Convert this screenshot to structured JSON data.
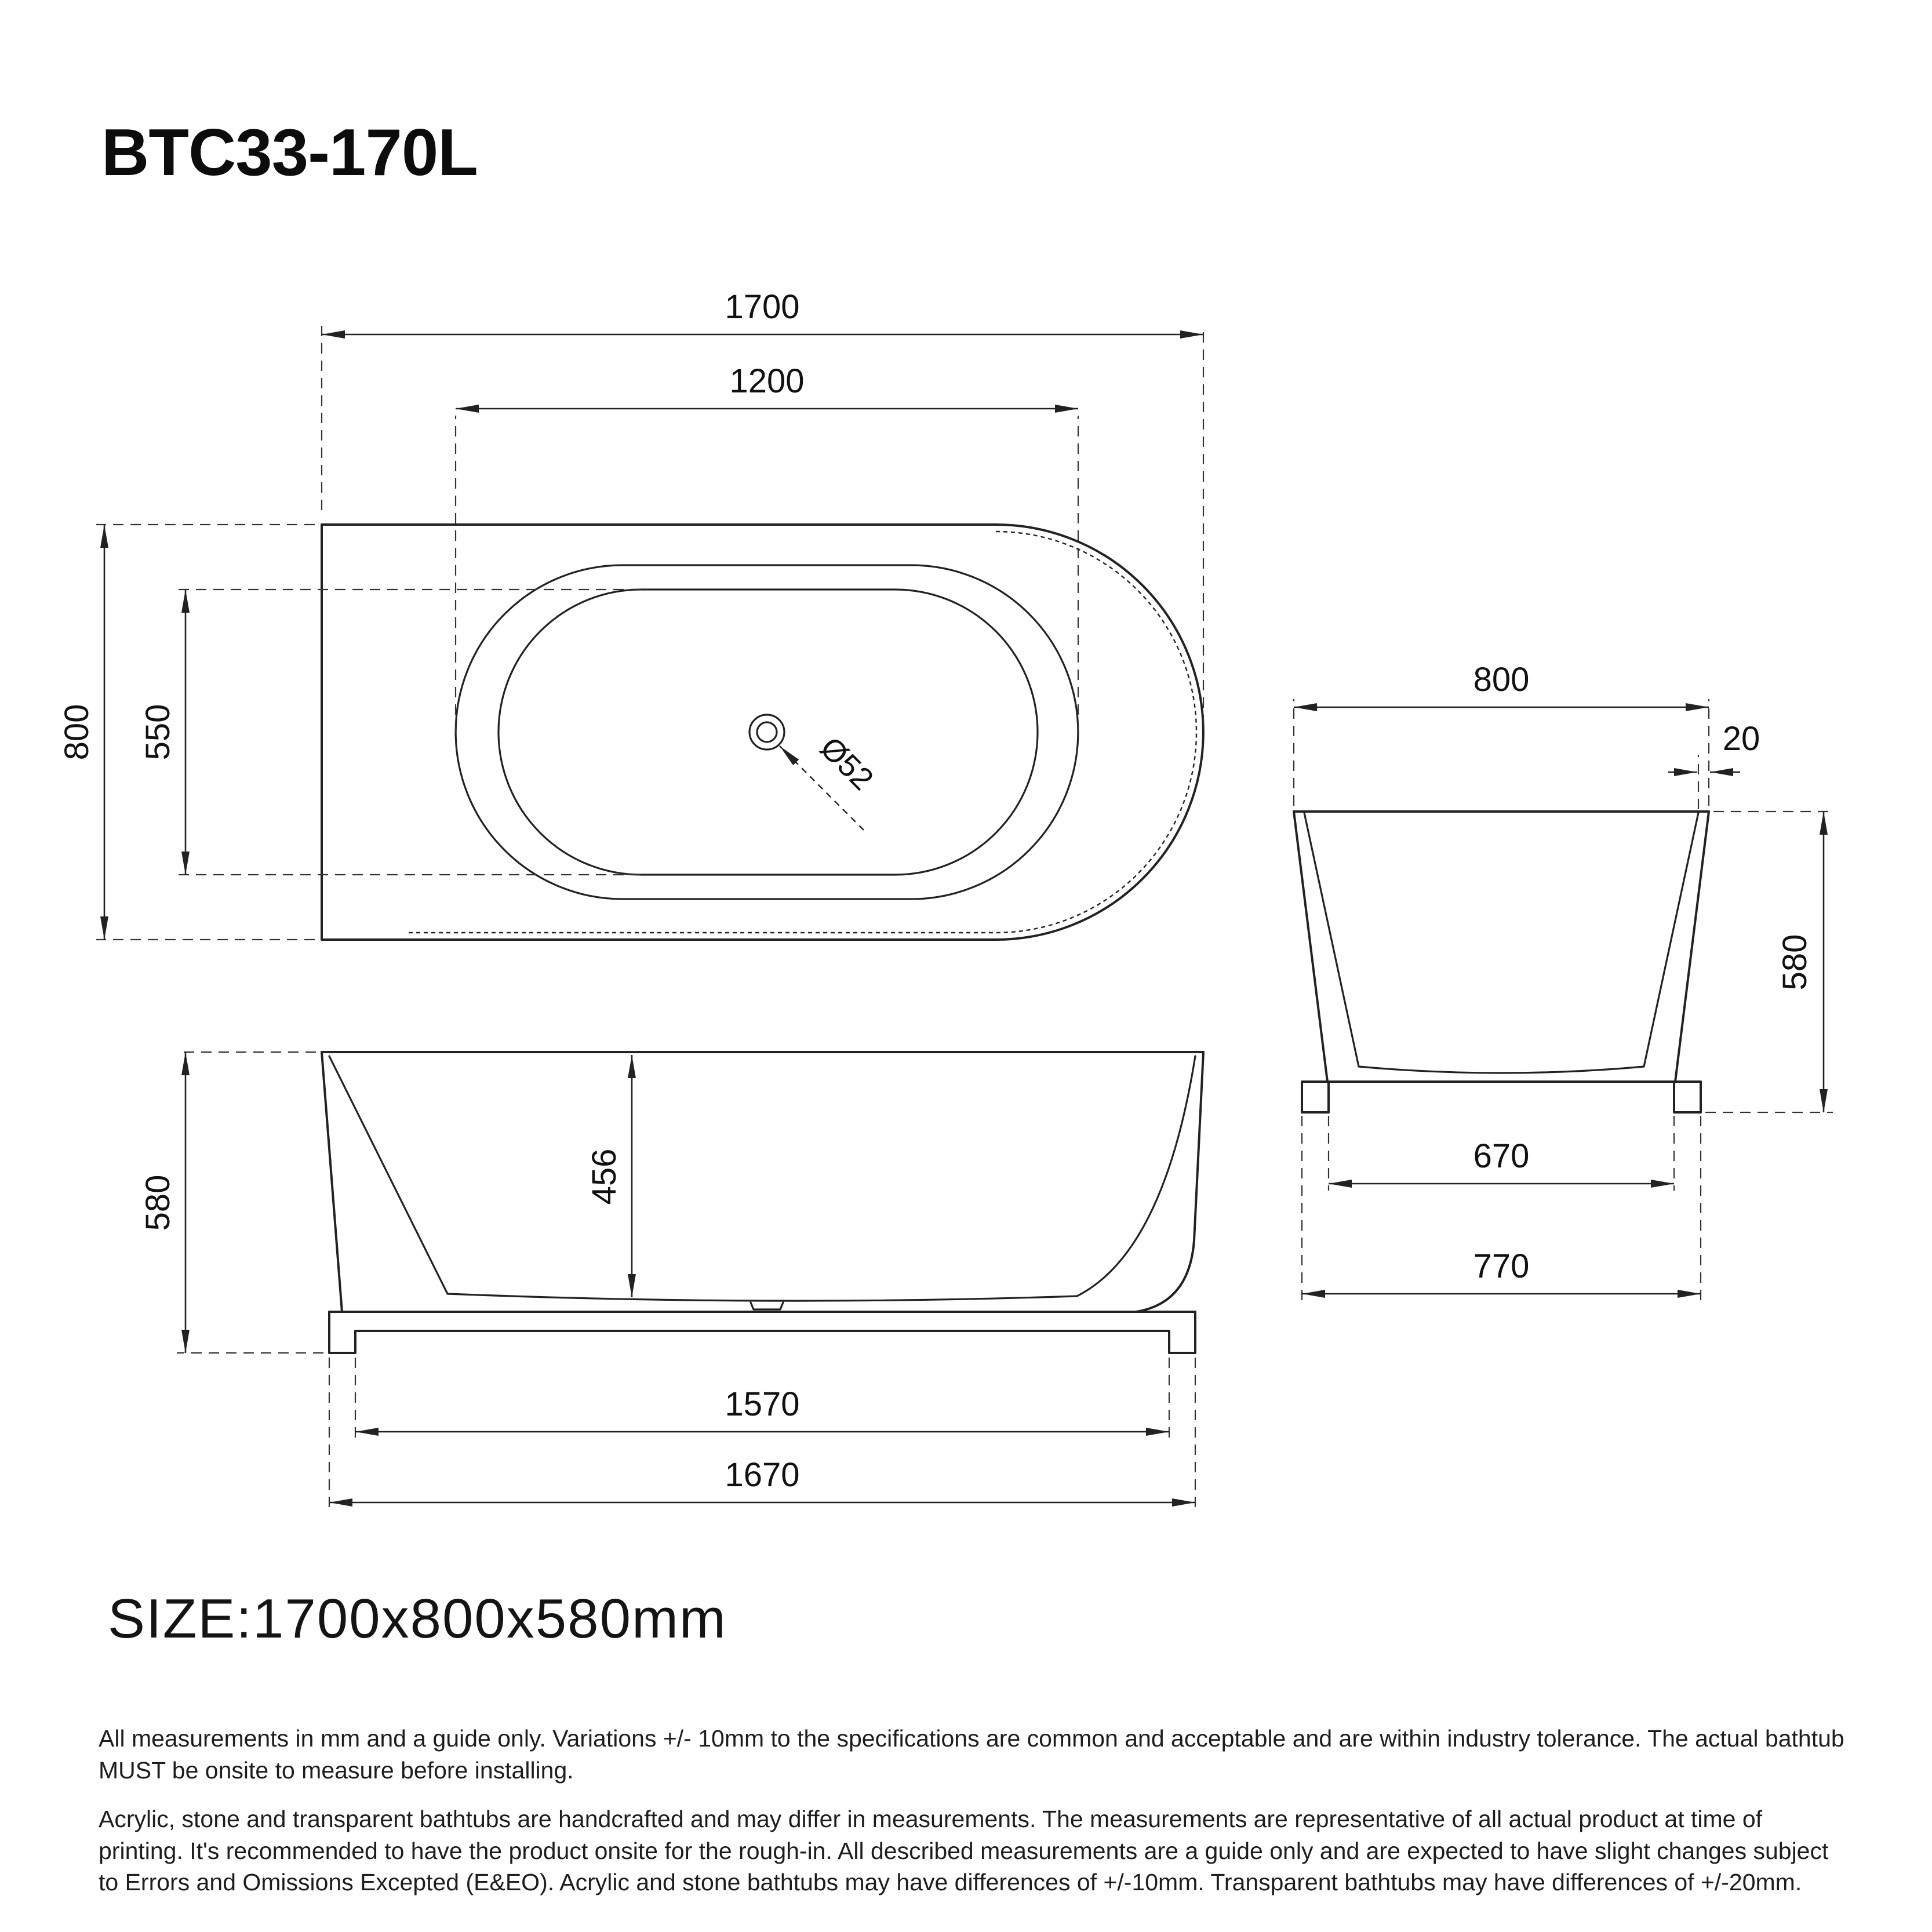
{
  "title": "BTC33-170L",
  "size_label": "SIZE:1700x800x580mm",
  "views": {
    "top": {
      "overall_length": "1700",
      "inner_length": "1200",
      "overall_width": "800",
      "inner_width": "550",
      "drain_diameter": "Ø52"
    },
    "front": {
      "height": "580",
      "inner_depth": "456",
      "base_inner": "1570",
      "base_outer": "1670"
    },
    "side": {
      "top_width": "800",
      "rim_thickness": "20",
      "height": "580",
      "feet_span": "670",
      "base_width": "770"
    }
  },
  "notes": [
    "All measurements in mm and a guide only. Variations +/- 10mm to the specifications are common and acceptable and are within industry tolerance. The actual bathtub MUST be onsite to measure before installing.",
    "Acrylic, stone and transparent bathtubs are handcrafted and may differ in measurements. The measurements are representative of all actual product at time of printing. It's recommended to have the product onsite for the rough-in. All described measurements are a guide only and are expected to have slight changes subject to Errors and Omissions Excepted (E&EO). Acrylic and stone bathtubs may have differences of +/-10mm. Transparent bathtubs may have differences of +/-20mm."
  ]
}
